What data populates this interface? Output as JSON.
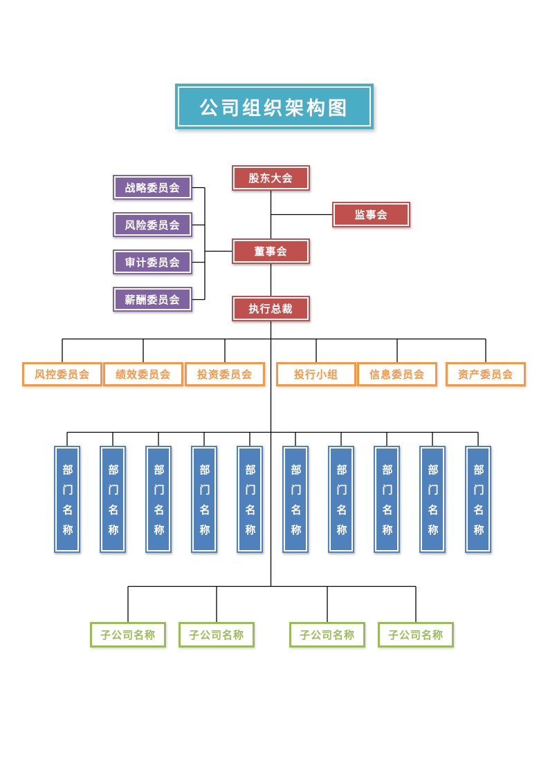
{
  "title": "公司组织架构图",
  "top_nodes": {
    "shareholders_meeting": "股东大会",
    "supervisory_board": "监事会",
    "board_of_directors": "董事会",
    "ceo": "执行总裁"
  },
  "board_committees": [
    "战略委员会",
    "风险委员会",
    "审计委员会",
    "薪酬委员会"
  ],
  "exec_committees": [
    "风控委员会",
    "绩效委员会",
    "投资委员会",
    "投行小组",
    "信息委员会",
    "资产委员会"
  ],
  "departments": [
    "部门名称",
    "部门名称",
    "部门名称",
    "部门名称",
    "部门名称",
    "部门名称",
    "部门名称",
    "部门名称",
    "部门名称",
    "部门名称"
  ],
  "subsidiaries": [
    "子公司名称",
    "子公司名称",
    "子公司名称",
    "子公司名称"
  ],
  "colors": {
    "title_fill": "#4bacc6",
    "primary_fill": "#c0504d",
    "committee_fill": "#8064a2",
    "exec_accent": "#f79646",
    "department_fill": "#4f81bd",
    "subsidiary_accent": "#9bbb59",
    "connector": "#000000"
  }
}
